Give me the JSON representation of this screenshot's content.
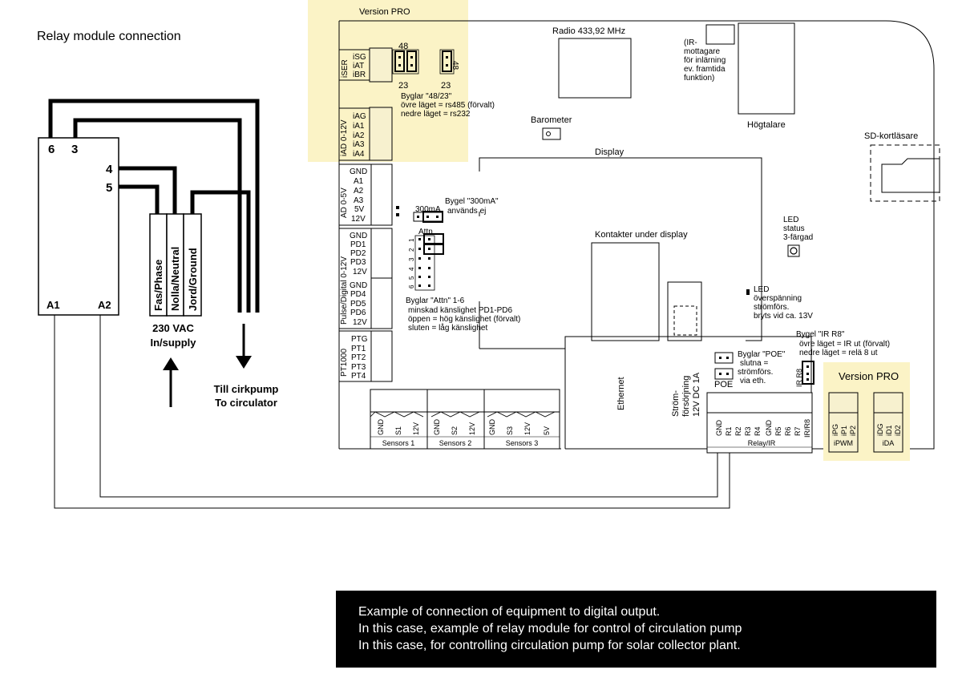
{
  "title": "Relay module connection",
  "relay_module": {
    "terminals": {
      "t6": "6",
      "t3": "3",
      "t4": "4",
      "t5": "5",
      "a1": "A1",
      "a2": "A2"
    },
    "connectors": [
      "Fas/Phase",
      "Nolla/Neutral",
      "Jord/Ground"
    ],
    "supply_label": [
      "230 VAC",
      "In/supply"
    ],
    "output_label": [
      "Till cirkpump",
      "To circulator"
    ]
  },
  "board": {
    "version_pro_top": "Version PRO",
    "version_pro_right": "Version PRO",
    "radio": "Radio 433,92 MHz",
    "ir_receiver": [
      "(IR-",
      "mottagare",
      "för inlärning",
      "ev. framtida",
      "funktion)"
    ],
    "speaker": "Högtalare",
    "sd_reader": "SD-kortläsare",
    "barometer": "Barometer",
    "display": "Display",
    "contacts_under_display": "Kontakter under display",
    "led_status": [
      "LED",
      "status",
      "3-färgad"
    ],
    "led_overvoltage": [
      "LED",
      "överspänning",
      "strömförs.",
      "bryts vid ca. 13V"
    ],
    "iser_pins": [
      "iSG",
      "iAT",
      "iBR"
    ],
    "iser_label": "iSER",
    "iad_pins": [
      "iAG",
      "iA1",
      "iA2",
      "iA3",
      "iA4"
    ],
    "iad_label": "iAD 0-12V",
    "ad_pins": [
      "GND",
      "A1",
      "A2",
      "A3",
      "5V",
      "12V"
    ],
    "ad_label": "AD 0-5V",
    "pd_pins": [
      "GND",
      "PD1",
      "PD2",
      "PD3",
      "12V",
      "GND",
      "PD4",
      "PD5",
      "PD6",
      "12V"
    ],
    "pd_label": "Pulse/Digital 0-12V",
    "pt_pins": [
      "PTG",
      "PT1",
      "PT2",
      "PT3",
      "PT4"
    ],
    "pt_label": "PT1000",
    "jumper_48": "48",
    "jumper_23": "23",
    "jumper_48_23_note": [
      "Byglar \"48/23\"",
      "övre läget =  rs485 (förvalt)",
      "nedre läget = rs232"
    ],
    "jumper_300ma": "300mA",
    "jumper_300ma_note": [
      "Bygel \"300mA\"",
      "används ej"
    ],
    "attn_label": "Attn",
    "attn_numbers": [
      "1",
      "2",
      "3",
      "4",
      "5",
      "6"
    ],
    "attn_note": [
      "Byglar \"Attn\" 1-6",
      "minskad känslighet PD1-PD6",
      "öppen = hög känslighet (förvalt)",
      "sluten = låg känslighet"
    ],
    "sensors1_pins": [
      "GND",
      "S1",
      "12V"
    ],
    "sensors2_pins": [
      "GND",
      "S2",
      "12V"
    ],
    "sensors3_pins": [
      "GND",
      "S3",
      "12V",
      "5V"
    ],
    "sensors_labels": [
      "Sensors 1",
      "Sensors 2",
      "Sensors 3"
    ],
    "ethernet": "Ethernet",
    "power": [
      "Ström-",
      "försörjning",
      "12V DC 1A"
    ],
    "poe_label": "POE",
    "poe_note": [
      "Byglar \"POE\"",
      "slutna =",
      "strömförs.",
      "via eth."
    ],
    "ir_r8_jumper": "IR R8",
    "ir_r8_note": [
      "Bygel \"IR R8\"",
      "övre läget = IR ut (förvalt)",
      "nedre läget = relä 8 ut"
    ],
    "relay_pins": [
      "GND",
      "R1",
      "R2",
      "R3",
      "R4",
      "GND",
      "R5",
      "R6",
      "R7",
      "IR/R8"
    ],
    "relay_label": "Relay/IR",
    "ipwm_pins": [
      "iPG",
      "iP1",
      "iP2"
    ],
    "ipwm_label": "iPWM",
    "ida_pins": [
      "iDG",
      "iD1",
      "iD2"
    ],
    "ida_label": "iDA"
  },
  "caption": [
    "Example of connection of equipment to digital output.",
    "In this case, example of relay module for control of circulation pump",
    "In this case, for controlling circulation pump for solar collector plant."
  ],
  "colors": {
    "highlight": "#fbf3c6",
    "terminal_fill": "#f7f1cf",
    "line": "#000000",
    "caption_bg": "#000000",
    "caption_text": "#ffffff"
  }
}
